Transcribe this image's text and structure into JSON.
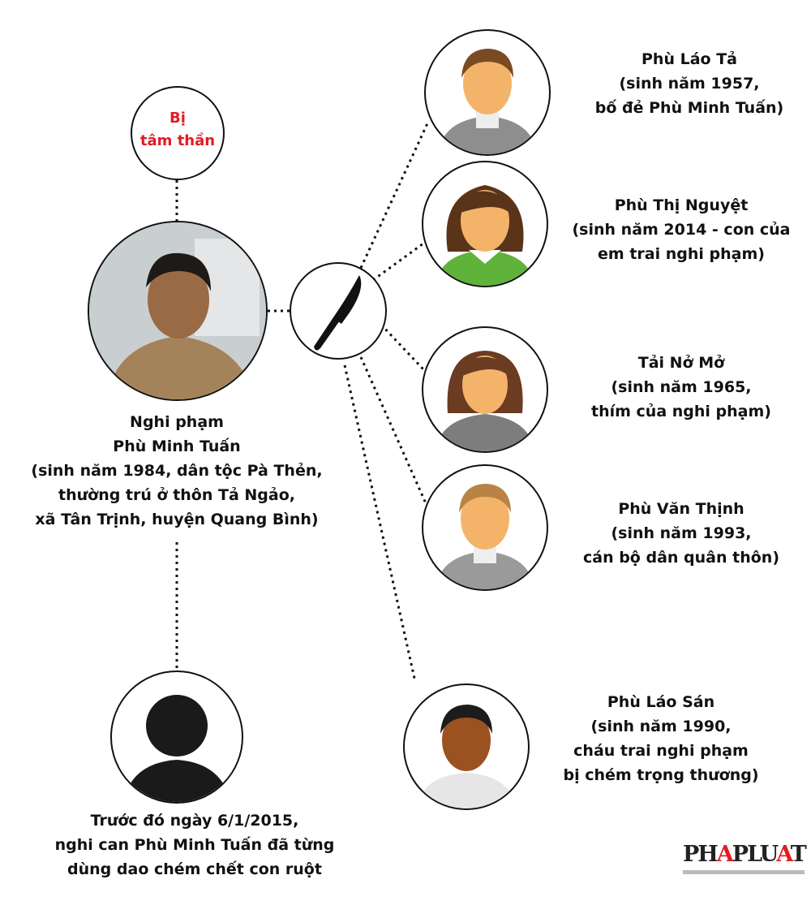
{
  "status_bubble": {
    "lines": [
      "Bị",
      "tâm thần"
    ],
    "color": "#e21b23"
  },
  "suspect": {
    "lines": [
      "Nghi phạm",
      "Phù Minh Tuấn",
      "(sinh năm 1984, dân tộc Pà Thẻn,",
      "thường trú ở thôn Tả Ngảo,",
      "xã Tân Trịnh, huyện Quang Bình)"
    ]
  },
  "weapon": {
    "icon": "knife-icon"
  },
  "victims": [
    {
      "lines": [
        "Phù Láo Tả",
        "(sinh năm 1957,",
        "bố đẻ Phù Minh Tuấn)"
      ],
      "avatar": "man"
    },
    {
      "lines": [
        "Phù Thị Nguyệt",
        "(sinh năm 2014 - con của",
        "em trai nghi phạm)"
      ],
      "avatar": "girl"
    },
    {
      "lines": [
        "Tải Nở Mở",
        "(sinh năm 1965,",
        "thím của nghi phạm)"
      ],
      "avatar": "woman"
    },
    {
      "lines": [
        "Phù Văn Thịnh",
        " (sinh năm 1993,",
        "cán bộ dân quân thôn)"
      ],
      "avatar": "young-man"
    },
    {
      "lines": [
        "Phù Láo Sán",
        "(sinh năm 1990,",
        "cháu trai nghi phạm",
        "bị chém trọng thương)"
      ],
      "avatar": "dark-man"
    }
  ],
  "prior": {
    "lines": [
      "Trước đó ngày 6/1/2015,",
      "nghi can Phù Minh Tuấn đã từng",
      "dùng dao chém chết con ruột"
    ]
  },
  "logo": {
    "text": "PHAPLUAT",
    "accent": "#e21b23"
  }
}
